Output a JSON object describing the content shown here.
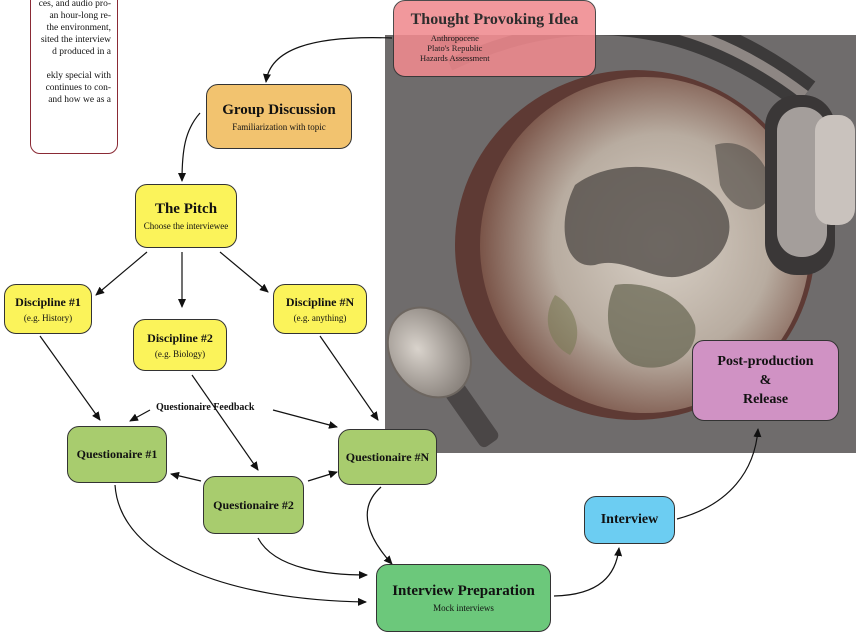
{
  "textbox": {
    "lines": [
      "ces, and audio pro-",
      "an hour-long re-",
      "the environment,",
      "sited the interview",
      "d produced in a",
      "",
      "ekly special with",
      "continues to con-",
      "and how we as a"
    ]
  },
  "nodes": {
    "idea": {
      "title": "Thought Provoking Idea",
      "items": [
        "Anthropocene",
        "Plato's Republic",
        "Hazards Assessment"
      ]
    },
    "group": {
      "title": "Group Discussion",
      "sub": "Familiarization with topic"
    },
    "pitch": {
      "title": "The Pitch",
      "sub": "Choose the interviewee"
    },
    "d1": {
      "title": "Discipline #1",
      "sub": "(e.g. History)"
    },
    "d2": {
      "title": "Discipline #2",
      "sub": "(e.g. Biology)"
    },
    "dn": {
      "title": "Discipline #N",
      "sub": "(e.g. anything)"
    },
    "q1": {
      "title": "Questionaire #1"
    },
    "q2": {
      "title": "Questionaire #2"
    },
    "qn": {
      "title": "Questionaire #N"
    },
    "prep": {
      "title": "Interview Preparation",
      "sub": "Mock interviews"
    },
    "interview": {
      "title": "Interview"
    },
    "post": {
      "lines": [
        "Post-production",
        "&",
        "Release"
      ]
    }
  },
  "feedback_label": "Questionaire Feedback",
  "colors": {
    "idea": "#f08a8f",
    "group": "#f2c36f",
    "pitch": "#fbf35a",
    "questionaire": "#a8cc6e",
    "prep": "#6cc87b",
    "interview": "#6ccdf2",
    "post": "#d092c4"
  }
}
